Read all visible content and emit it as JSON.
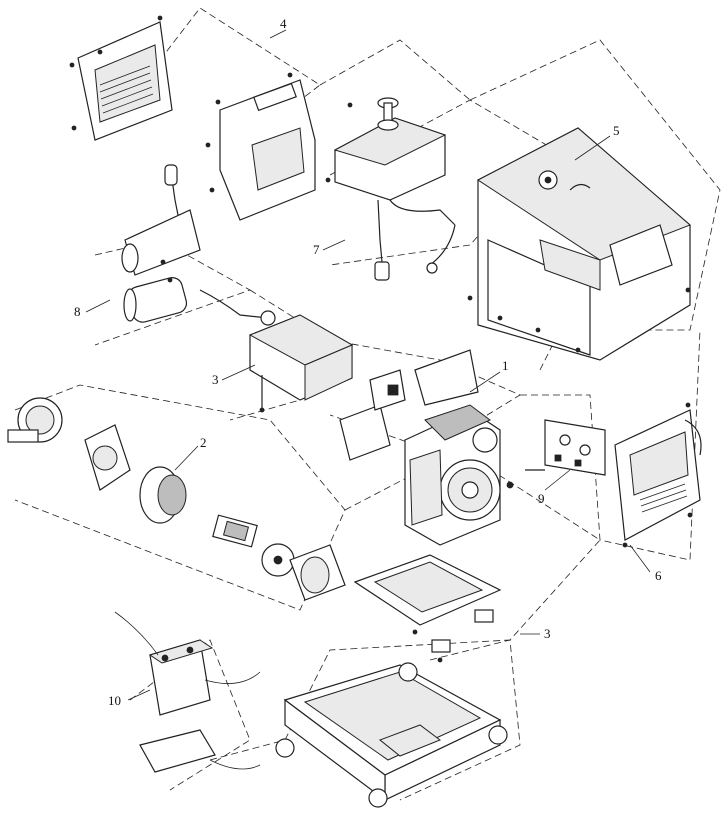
{
  "diagram": {
    "callouts": [
      {
        "id": "c1",
        "text": "1"
      },
      {
        "id": "c2",
        "text": "2"
      },
      {
        "id": "c3a",
        "text": "3"
      },
      {
        "id": "c3b",
        "text": "3"
      },
      {
        "id": "c4",
        "text": "4"
      },
      {
        "id": "c5",
        "text": "5"
      },
      {
        "id": "c6",
        "text": "6"
      },
      {
        "id": "c7",
        "text": "7"
      },
      {
        "id": "c8",
        "text": "8"
      },
      {
        "id": "c9",
        "text": "9"
      },
      {
        "id": "c10",
        "text": "10"
      }
    ],
    "colors": {
      "ink": "#222222",
      "paper": "#ffffff",
      "shade": "#bdbdbd"
    }
  }
}
